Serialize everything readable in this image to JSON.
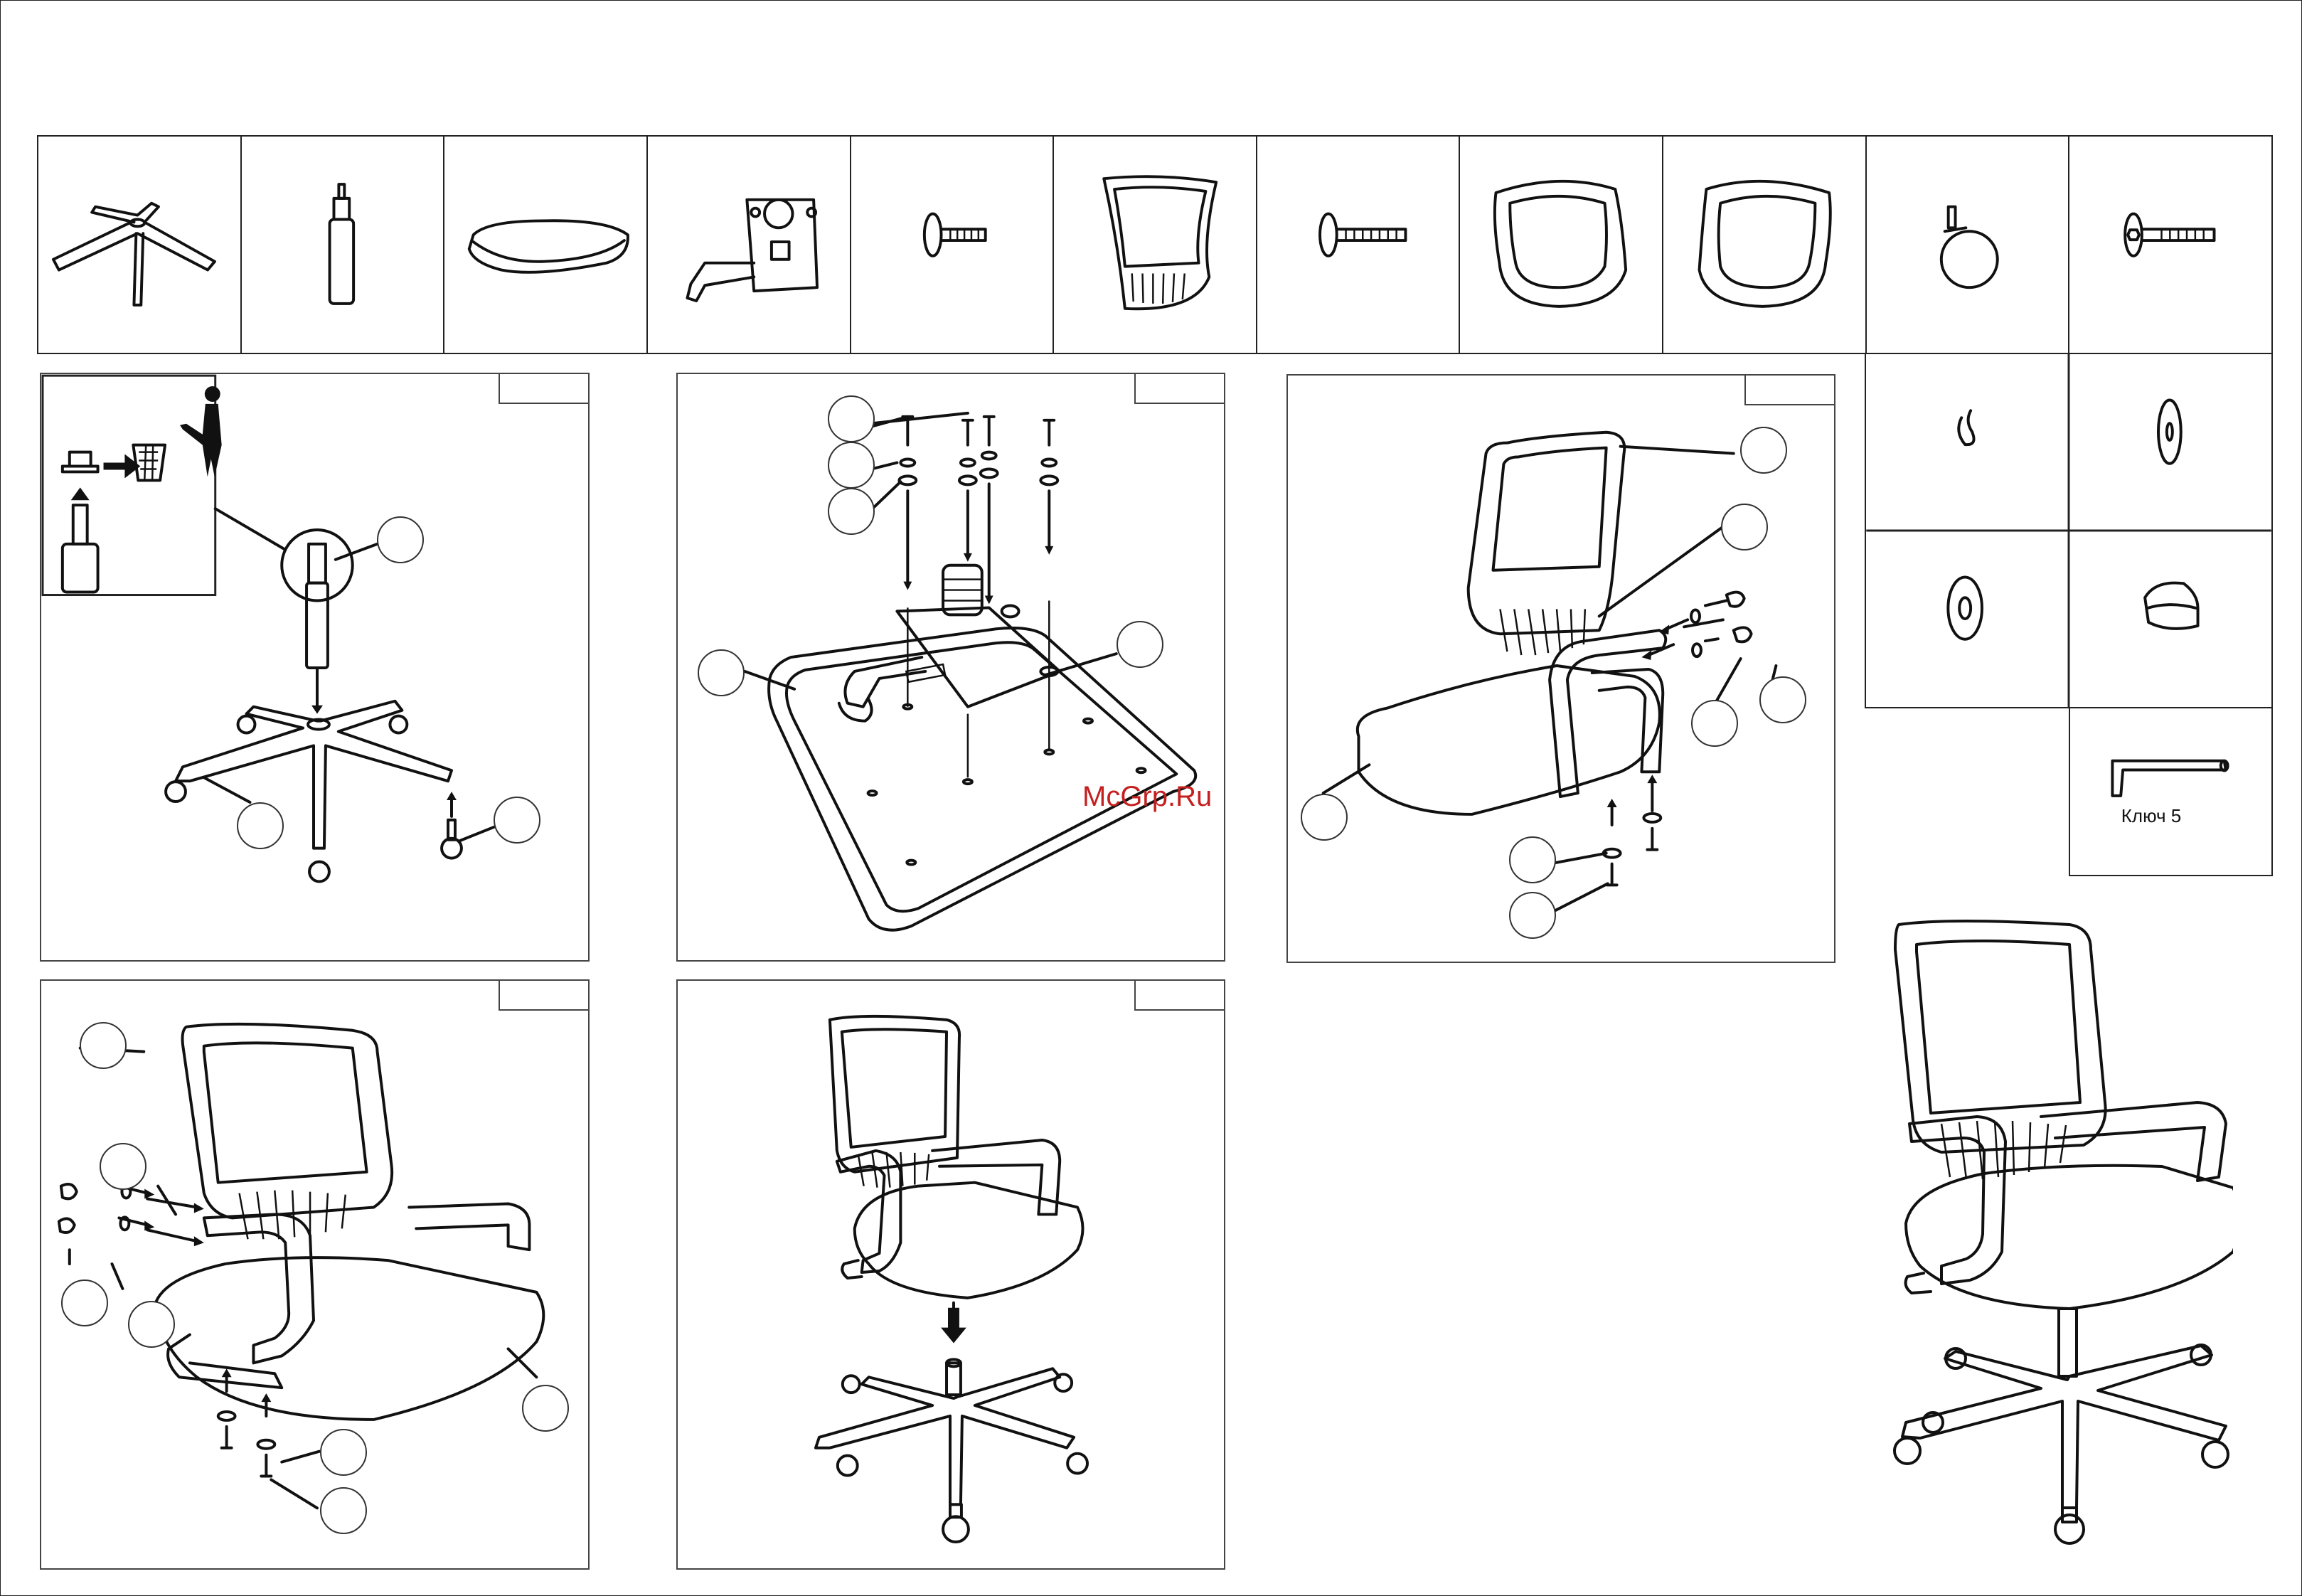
{
  "parts": [
    {
      "name": "base-star-icon"
    },
    {
      "name": "gas-lift-icon"
    },
    {
      "name": "seat-cushion-icon"
    },
    {
      "name": "tilt-mechanism-icon"
    },
    {
      "name": "short-screw-icon"
    },
    {
      "name": "mesh-backrest-icon"
    },
    {
      "name": "long-screw-icon"
    },
    {
      "name": "armrest-left-icon"
    },
    {
      "name": "armrest-right-icon"
    },
    {
      "name": "caster-wheel-icon"
    },
    {
      "name": "hex-bolt-icon"
    }
  ],
  "hardware": [
    {
      "name": "spring-washer-icon"
    },
    {
      "name": "flat-washer-icon"
    },
    {
      "name": "large-washer-icon"
    },
    {
      "name": "end-cap-icon"
    }
  ],
  "tool": {
    "label": "Ключ 5",
    "icon": "allen-key-icon"
  },
  "watermark": "McGrp.Ru",
  "steps": [
    {
      "id": "step-1",
      "title": ""
    },
    {
      "id": "step-2",
      "title": ""
    },
    {
      "id": "step-3",
      "title": ""
    },
    {
      "id": "step-4",
      "title": ""
    },
    {
      "id": "step-5",
      "title": ""
    }
  ]
}
